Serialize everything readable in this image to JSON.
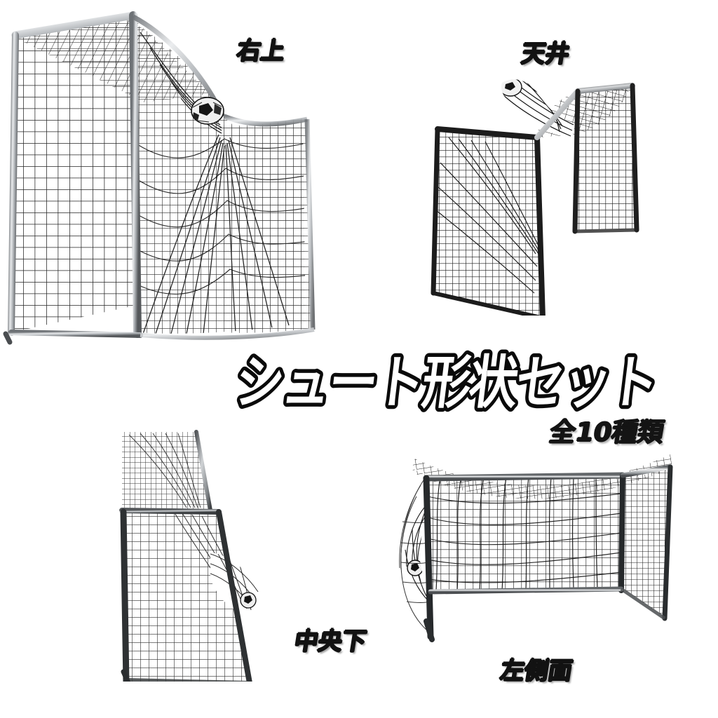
{
  "poster": {
    "background_color": "#ffffff",
    "title": "シュート形状セット",
    "subtitle": "全10種類",
    "accent_color": "#0a0a0a",
    "title_fill_color": "#ffffff"
  },
  "goals": [
    {
      "id": "goal-upper-right",
      "caption": "右上",
      "description": "soccer-goal-net-deformed-upper-right",
      "frame_color": "#b9bcc0",
      "net_color": "#1f1f1f",
      "ball_visible": true,
      "impact_zone": "upper-right"
    },
    {
      "id": "goal-ceiling",
      "caption": "天井",
      "description": "soccer-goal-net-deformed-ceiling",
      "frame_color": "#2b2b2b",
      "net_color": "#141414",
      "ball_visible": true,
      "impact_zone": "ceiling"
    },
    {
      "id": "goal-center-bottom",
      "caption": "中央下",
      "description": "soccer-goal-net-deformed-center-bottom",
      "frame_color": "#3a3a3a",
      "net_color": "#2a2a2a",
      "ball_visible": true,
      "impact_zone": "center-bottom"
    },
    {
      "id": "goal-left-side",
      "caption": "左側面",
      "description": "soccer-goal-net-deformed-left-side",
      "frame_color": "#9fa3a8",
      "net_color": "#1a1a1a",
      "ball_visible": true,
      "impact_zone": "left-side"
    }
  ]
}
